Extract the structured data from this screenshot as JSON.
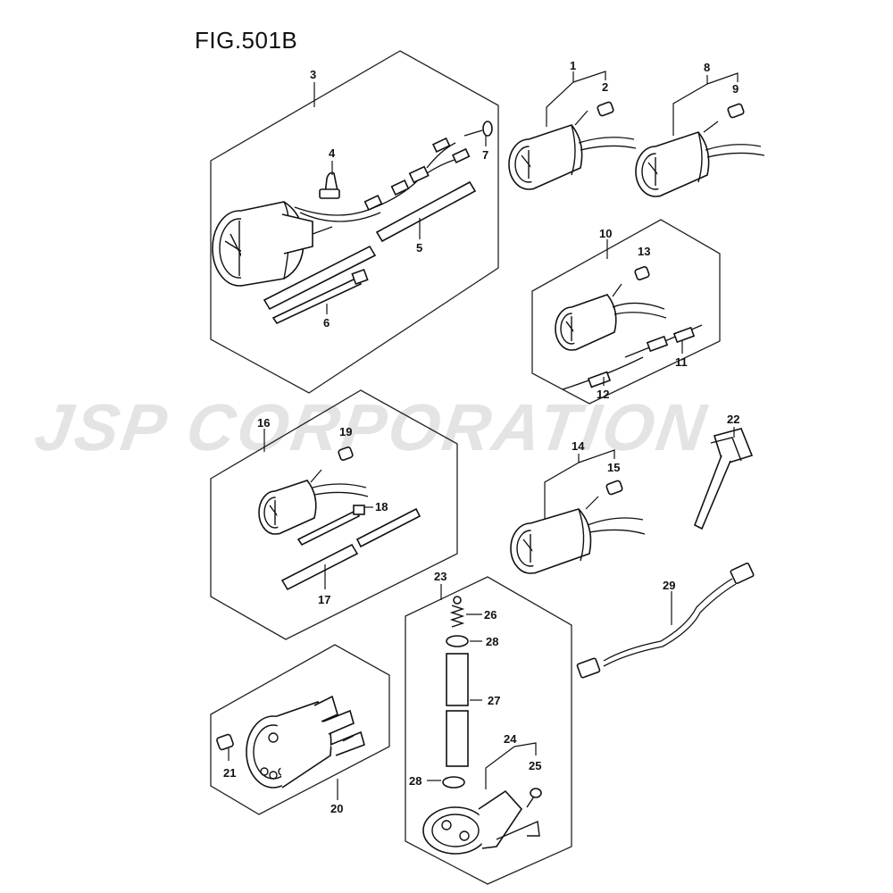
{
  "figure": {
    "title": "FIG.501B"
  },
  "watermark": {
    "text": "JSP CORPORATION"
  },
  "callouts": {
    "c1": "1",
    "c2": "2",
    "c3": "3",
    "c4": "4",
    "c5": "5",
    "c6": "6",
    "c7": "7",
    "c8": "8",
    "c9": "9",
    "c10": "10",
    "c11": "11",
    "c12": "12",
    "c13": "13",
    "c14": "14",
    "c15": "15",
    "c16": "16",
    "c17": "17",
    "c18": "18",
    "c19": "19",
    "c20": "20",
    "c21": "21",
    "c22": "22",
    "c23": "23",
    "c24": "24",
    "c25": "25",
    "c26": "26",
    "c27": "27",
    "c28a": "28",
    "c28b": "28",
    "c29": "29"
  }
}
